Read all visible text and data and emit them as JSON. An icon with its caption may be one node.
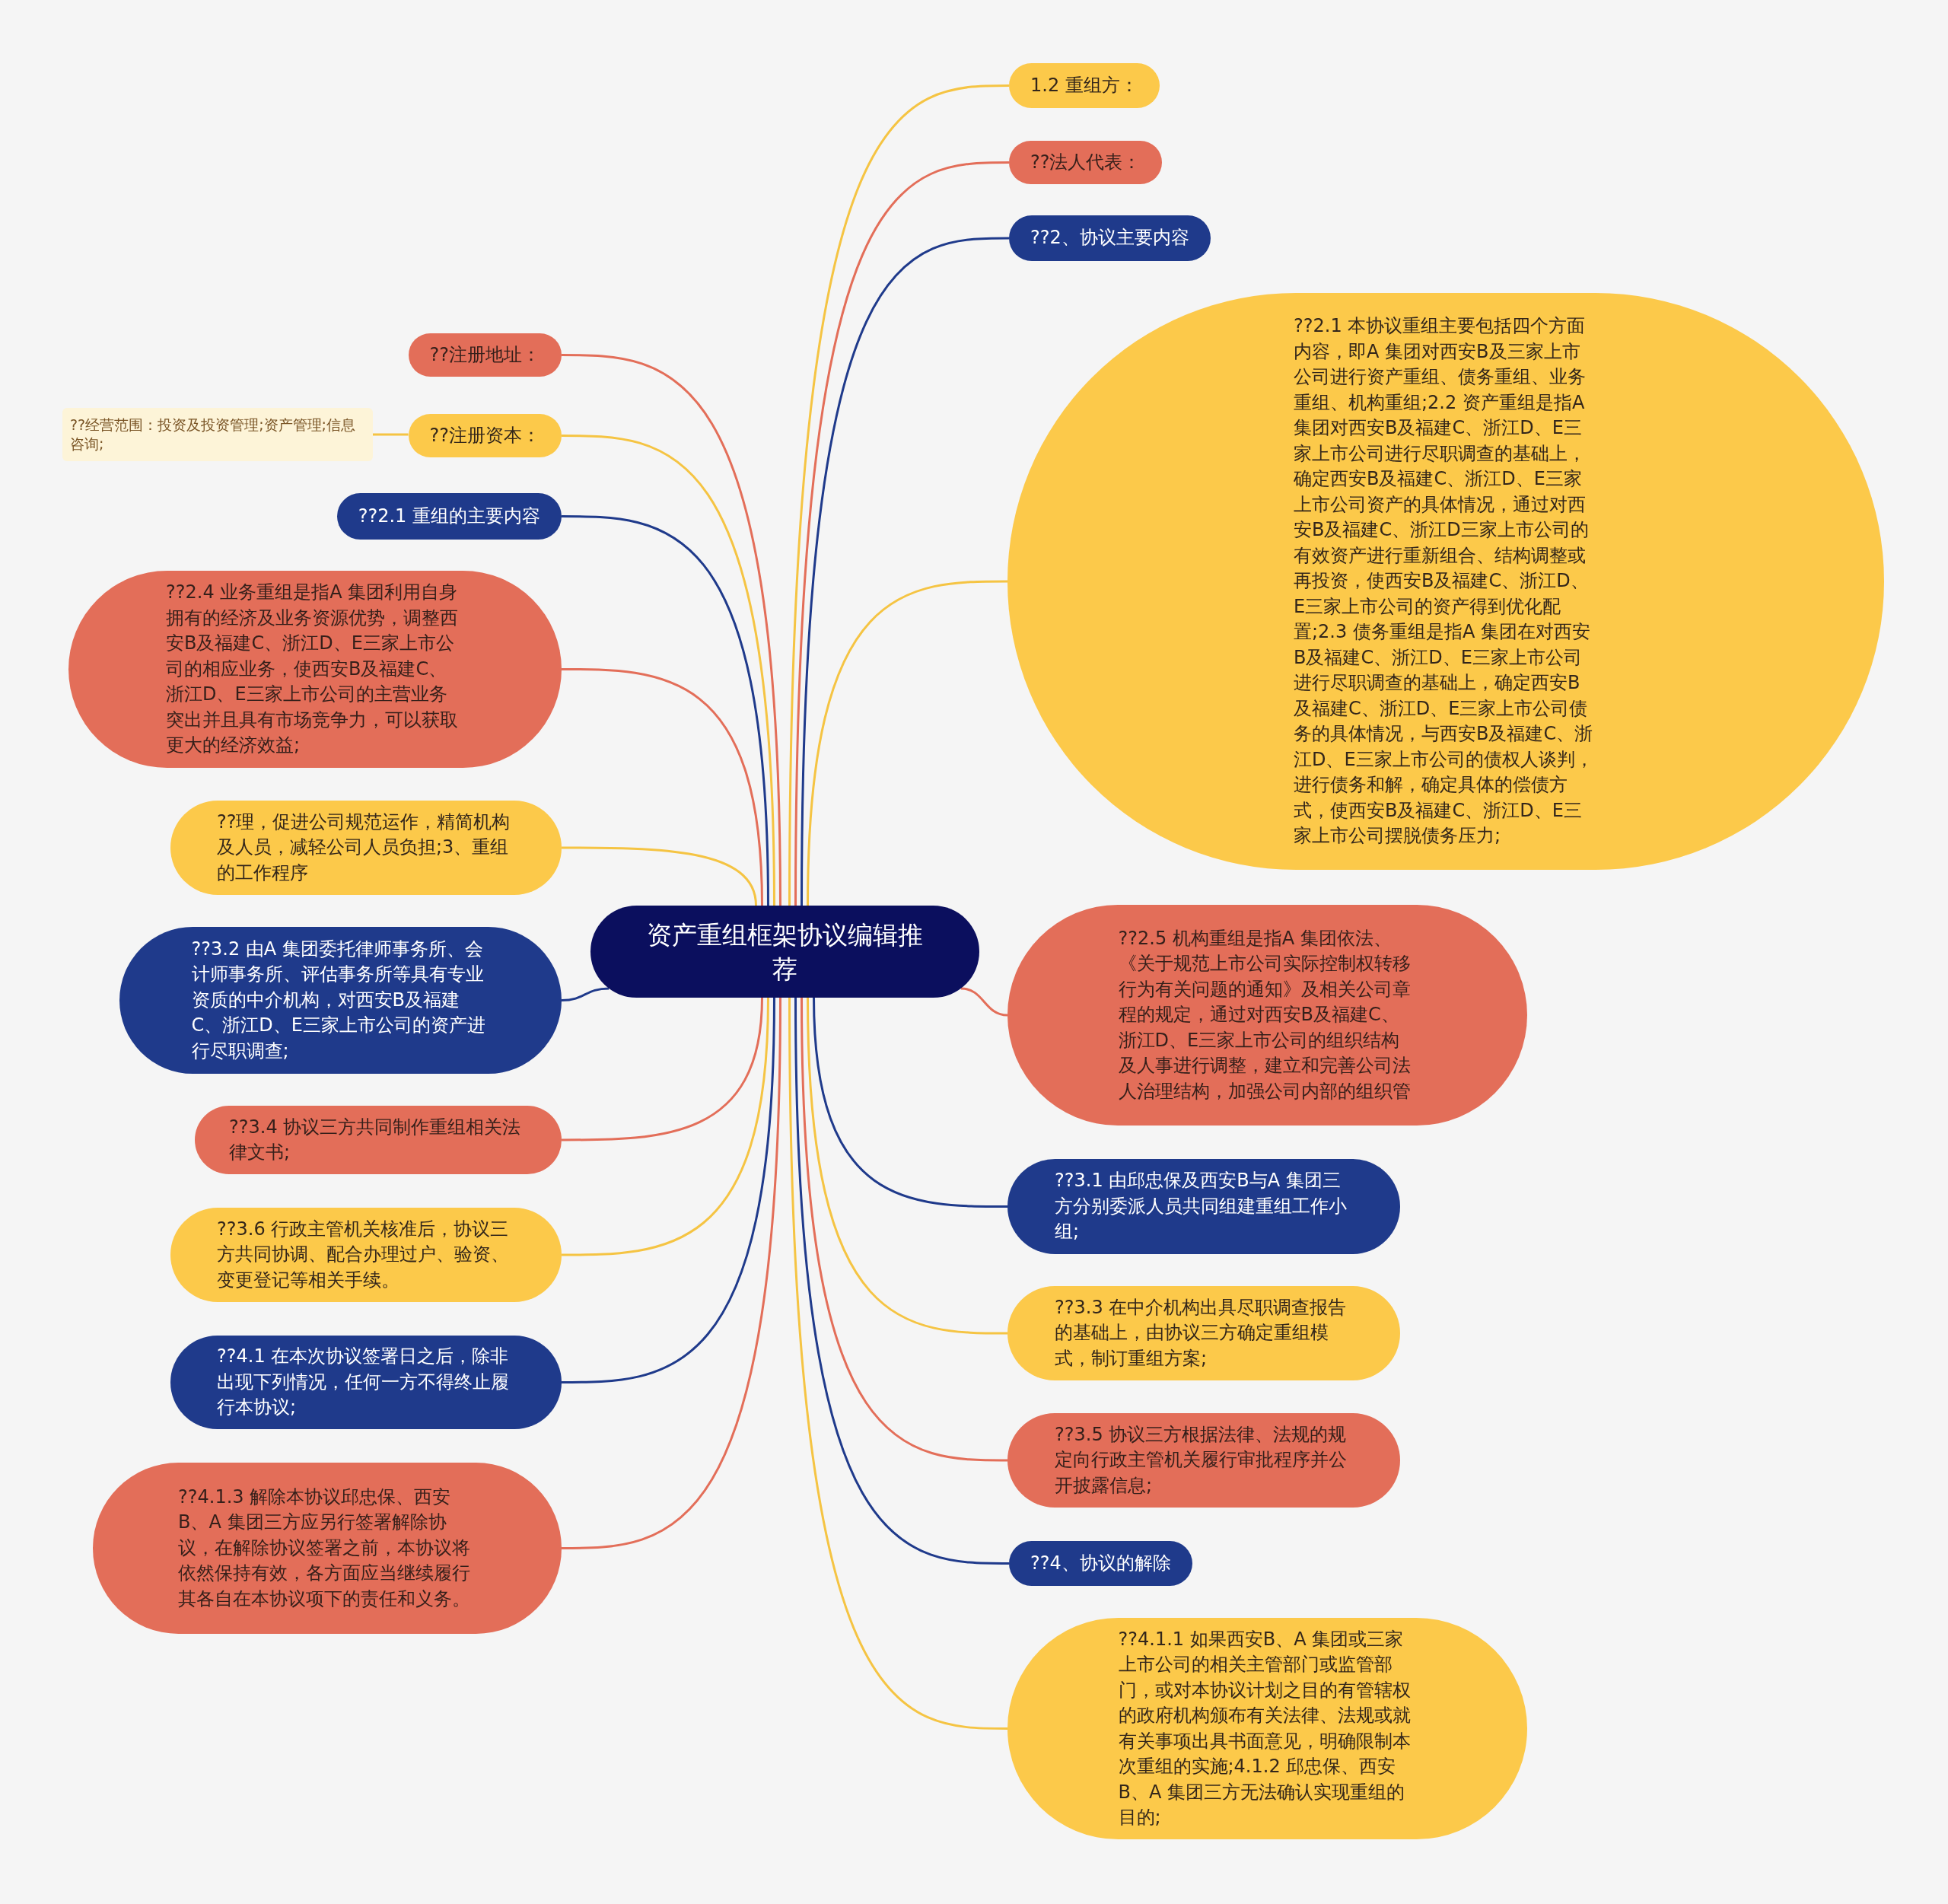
{
  "diagram": {
    "nodes": [
      {
        "text": [
          "资产重组框架协议编辑推荐"
        ]
      },
      {
        "text": [
          "1.2 重组方："
        ]
      },
      {
        "text": [
          "??法人代表："
        ]
      },
      {
        "text": [
          "??2、协议主要内容"
        ]
      },
      {
        "text": [
          "??2.1 本协议重组主要包括四个方面内容，即A 集团对西安B及三家上市公司进行资产重组、债务重组、业务重组、机构重组;2.2 资产重组是指A 集团对西安B及福建C、浙江D、E三家上市公司进行尽职调查的基础上，确定西安B及福建C、浙江D、E三家上市公司资产的具体情况，通过对西安B及福建C、浙江D三家上市公司的有效资产进行重新组合、结构调整或再投资，使西安B及福建C、浙江D、E三家上市公司的资产得到优化配置;2.3 债务重组是指A 集团在对西安B及福建C、浙江D、E三家上市公司进行尽职调查的基础上，确定西安B及福建C、浙江D、E三家上市公司债务的具体情况，与西安B及福建C、浙江D、E三家上市公司的债权人谈判，进行债务和解，确定具体的偿债方式，使西安B及福建C、浙江D、E三家上市公司摆脱债务压力;"
        ]
      },
      {
        "text": [
          "??2.5 机构重组是指A 集团依法、《关于规范上市公司实际控制权转移行为有关问题的通知》及相关公司章程的规定，通过对西安B及福建C、浙江D、E三家上市公司的组织结构及人事进行调整，建立和完善公司法人治理结构，加强公司内部的组织管"
        ]
      },
      {
        "text": [
          "??3.1 由邱忠保及西安B与A 集团三方分别委派人员共同组建重组工作小组;"
        ]
      },
      {
        "text": [
          "??3.3 在中介机构出具尽职调查报告的基础上，由协议三方确定重组模式，制订重组方案;"
        ]
      },
      {
        "text": [
          "??3.5 协议三方根据法律、法规的规定向行政主管机关履行审批程序并公开披露信息;"
        ]
      },
      {
        "text": [
          "??4、协议的解除"
        ]
      },
      {
        "text": [
          "??4.1.1 如果西安B、A 集团或三家上市公司的相关主管部门或监管部门，或对本协议计划之目的有管辖权的政府机构颁布有关法律、法规或就有关事项出具书面意见，明确限制本次重组的实施;4.1.2 邱忠保、西安B、A 集团三方无法确认实现重组的目的;"
        ]
      },
      {
        "text": [
          "??注册地址："
        ]
      },
      {
        "text": [
          "??注册资本："
        ]
      },
      {
        "text": [
          "??经营范围：投资及投资管理;资产管理;信息咨询;"
        ]
      },
      {
        "text": [
          "??2.1 重组的主要内容"
        ]
      },
      {
        "text": [
          "??2.4 业务重组是指A 集团利用自身拥有的经济及业务资源优势，调整西安B及福建C、浙江D、E三家上市公司的相应业务，使西安B及福建C、浙江D、E三家上市公司的主营业务突出并且具有市场竞争力，可以获取更大的经济效益;"
        ]
      },
      {
        "text": [
          "??理，促进公司规范运作，精简机构及人员，减轻公司人员负担;3、重组的工作程序"
        ]
      },
      {
        "text": [
          "??3.2 由A 集团委托律师事务所、会计师事务所、评估事务所等具有专业资质的中介机构，对西安B及福建C、浙江D、E三家上市公司的资产进行尽职调查;"
        ]
      },
      {
        "text": [
          "??3.4 协议三方共同制作重组相关法律文书;"
        ]
      },
      {
        "text": [
          "??3.6 行政主管机关核准后，协议三方共同协调、配合办理过户、验资、变更登记等相关手续。"
        ]
      },
      {
        "text": [
          "??4.1 在本次协议签署日之后，除非出现下列情况，任何一方不得终止履行本协议;"
        ]
      },
      {
        "text": [
          "??4.1.3 解除本协议邱忠保、西安B、A 集团三方应另行签署解除协议，在解除协议签署之前，本协议将依然保持有效，各方面应当继续履行其各自在本协议项下的责任和义务。"
        ]
      }
    ],
    "edges": [
      {
        "from": 0,
        "to": 1,
        "arrow": "none"
      },
      {
        "from": 0,
        "to": 2,
        "arrow": "none",
        "color": "#e36e59"
      },
      {
        "from": 0,
        "to": 3,
        "arrow": "none",
        "color": "#1f3a8b"
      },
      {
        "from": 0,
        "to": 4,
        "arrow": "none"
      },
      {
        "from": 0,
        "to": 5,
        "arrow": "none",
        "color": "#e36e59"
      },
      {
        "from": 0,
        "to": 6,
        "arrow": "none",
        "color": "#1f3a8b"
      },
      {
        "from": 0,
        "to": 7,
        "arrow": "none"
      },
      {
        "from": 0,
        "to": 8,
        "arrow": "none",
        "color": "#e36e59"
      },
      {
        "from": 0,
        "to": 9,
        "arrow": "none",
        "color": "#1f3a8b"
      },
      {
        "from": 0,
        "to": 10,
        "arrow": "none"
      },
      {
        "from": 0,
        "to": 11,
        "arrow": "none",
        "color": "#e36e59"
      },
      {
        "from": 0,
        "to": 12,
        "arrow": "none"
      },
      {
        "from": 12,
        "to": 13,
        "arrow": "none"
      },
      {
        "from": 0,
        "to": 14,
        "arrow": "none",
        "color": "#1f3a8b"
      },
      {
        "from": 0,
        "to": 15,
        "arrow": "none",
        "color": "#e36e59"
      },
      {
        "from": 0,
        "to": 16,
        "arrow": "none"
      },
      {
        "from": 0,
        "to": 17,
        "arrow": "none",
        "color": "#1f3a8b"
      },
      {
        "from": 0,
        "to": 18,
        "arrow": "none",
        "color": "#e36e59"
      },
      {
        "from": 0,
        "to": 19,
        "arrow": "none"
      },
      {
        "from": 0,
        "to": 20,
        "arrow": "none",
        "color": "#1f3a8b"
      },
      {
        "from": 0,
        "to": 21,
        "arrow": "none",
        "color": "#e36e59"
      }
    ]
  }
}
